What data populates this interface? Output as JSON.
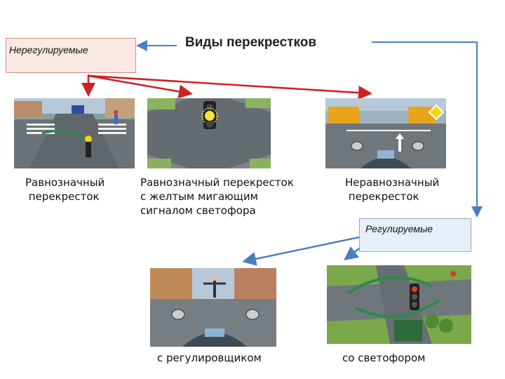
{
  "title": "Виды перекрестков",
  "unregulated_label": "Нерегулируемые",
  "regulated_label": "Регулируемые",
  "captions": {
    "equal": "Равнозначный\n перекресток",
    "yellow": "Равнозначный перекресток\nс желтым мигающим\nсигналом светофора",
    "unequal": "Неравнозначный\n перекресток",
    "officer": "с регулировщиком",
    "lights": "со светофором"
  },
  "colors": {
    "red_arrow": "#cc2222",
    "blue_arrow": "#4a7fc0",
    "road": "#6b7278",
    "grass": "#7aa84a",
    "sky": "#b7c9d8"
  }
}
